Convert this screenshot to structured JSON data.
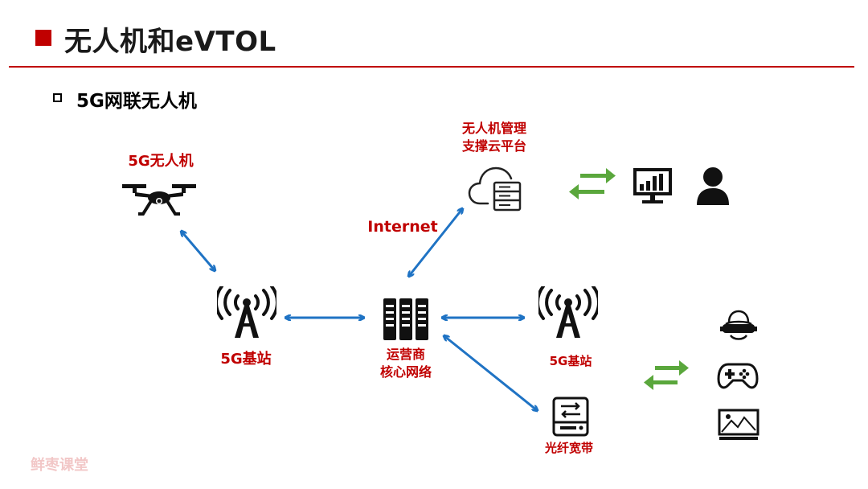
{
  "header": {
    "title": "无人机和eVTOL"
  },
  "section": {
    "subtitle": "5G网联无人机"
  },
  "nodes": {
    "drone": "5G无人机",
    "platform": [
      "无人机管理",
      "支撑云平台"
    ],
    "internet": "Internet",
    "base_station_left": "5G基站",
    "core": [
      "运营商",
      "核心网络"
    ],
    "base_station_right": "5G基站",
    "fiber": "光纤宽带"
  },
  "watermark": "鲜枣课堂",
  "colors": {
    "accent": "#c00000",
    "link_arrow": "#1f73c4",
    "exchange_arrow": "#5aa73c",
    "icon": "#111111"
  },
  "icons": [
    "drone-icon",
    "cloud-server-icon",
    "monitor-chart-icon",
    "user-icon",
    "antenna-icon",
    "server-rack-icon",
    "storage-device-icon",
    "vr-headset-icon",
    "gamepad-icon",
    "image-display-icon"
  ]
}
